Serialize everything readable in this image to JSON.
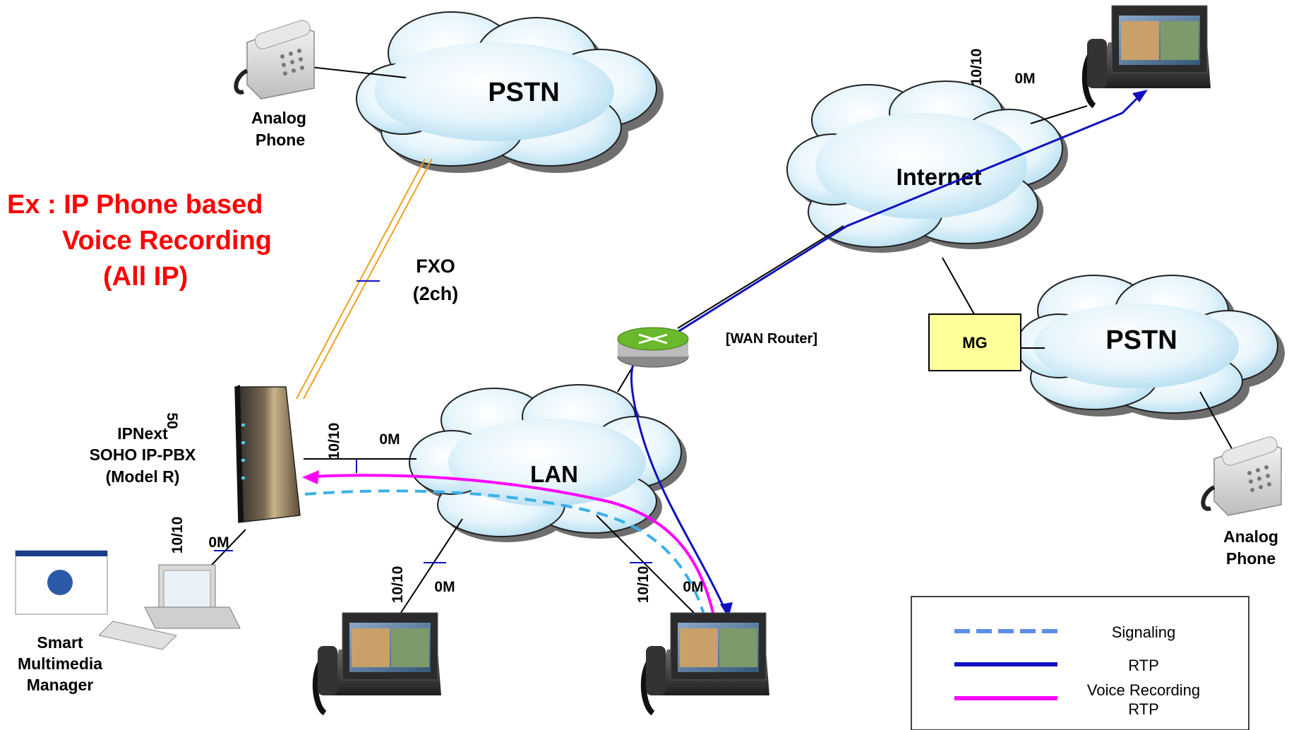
{
  "diagram": {
    "title_lines": [
      "Ex : IP Phone based",
      "Voice Recording",
      "(All IP)"
    ],
    "clouds": {
      "pstn_top": "PSTN",
      "internet": "Internet",
      "pstn_right": "PSTN",
      "lan": "LAN"
    },
    "labels": {
      "analog_phone_top": [
        "Analog",
        "Phone"
      ],
      "analog_phone_right": [
        "Analog",
        "Phone"
      ],
      "fxo": [
        "FXO",
        "(2ch)"
      ],
      "wan_router": "[WAN Router]",
      "mg": "MG",
      "ippbx": [
        "IPNext",
        "50",
        "SOHO IP-PBX",
        "(Model R)"
      ],
      "manager": [
        "Smart",
        "Multimedia",
        "Manager"
      ]
    },
    "link_speed": {
      "top": "10/10",
      "bottom": "0M"
    },
    "legend": {
      "signaling": "Signaling",
      "rtp": "RTP",
      "voice_recording": [
        "Voice Recording",
        "RTP"
      ]
    },
    "colors": {
      "cloud_fill": "#d0ecfa",
      "cloud_shadow": "#6e6e6e",
      "title": "#ff0000",
      "signaling": "#3ab0e8",
      "rtp": "#1010c0",
      "voice_recording": "#ff00ff",
      "fxo_line": "#f0a020",
      "mg_fill": "#ffff99",
      "router": "#6ab82c"
    },
    "icons": [
      "analog-phone-icon",
      "video-phone-icon",
      "ip-pbx-icon",
      "router-icon",
      "computer-icon"
    ]
  }
}
